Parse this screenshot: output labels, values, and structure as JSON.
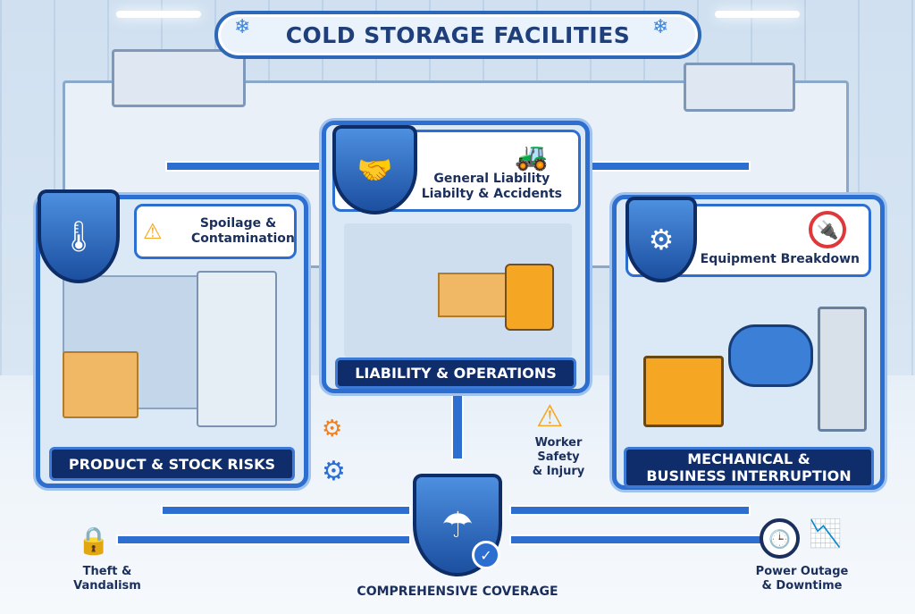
{
  "title": "COLD STORAGE FACILITIES",
  "panels": {
    "product": {
      "risk": "Spoilage & Contamination",
      "label": "PRODUCT & STOCK RISKS"
    },
    "liability": {
      "risk_line1": "General Liability",
      "risk_line2": "Liabilty & Accidents",
      "label": "LIABILITY & OPERATIONS"
    },
    "mechanical": {
      "risk": "Equipment Breakdown",
      "label_line1": "MECHANICAL &",
      "label_line2": "BUSINESS INTERRUPTION"
    }
  },
  "callouts": {
    "worker": {
      "line1": "Worker Safety",
      "line2": "& Injury"
    },
    "theft": {
      "line1": "Theft &",
      "line2": "Vandalism"
    },
    "power": {
      "line1": "Power Outage",
      "line2": "& Downtime"
    }
  },
  "coverage": "COMPREHENSIVE COVERAGE",
  "colors": {
    "primary": "#2c6fd0",
    "navy": "#0f2c6b",
    "warning": "#f5a623"
  }
}
